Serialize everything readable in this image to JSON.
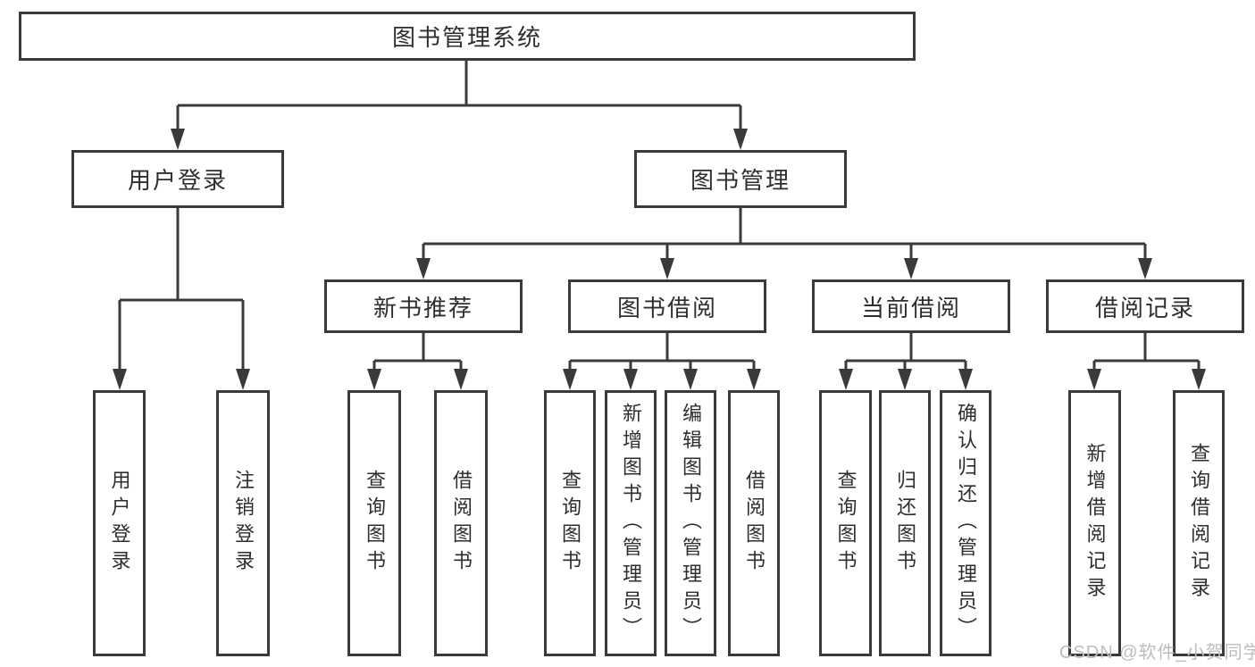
{
  "nodes": {
    "root": "图书管理系统",
    "user_login": "用户登录",
    "book_management": "图书管理",
    "new_book_recommend": "新书推荐",
    "book_borrow": "图书借阅",
    "current_borrow": "当前借阅",
    "borrow_records": "借阅记录",
    "leaf_user_login": "用户登录",
    "leaf_logout": "注销登录",
    "leaf_newbook_query": "查询图书",
    "leaf_newbook_borrow": "借阅图书",
    "leaf_borrow_query": "查询图书",
    "leaf_borrow_add": "新增图书（管理员）",
    "leaf_borrow_edit": "编辑图书（管理员）",
    "leaf_borrow_borrow": "借阅图书",
    "leaf_current_query": "查询图书",
    "leaf_current_return": "归还图书",
    "leaf_current_confirm": "确认归还（管理员）",
    "leaf_records_add": "新增借阅记录",
    "leaf_records_query": "查询借阅记录"
  },
  "watermark": "CSDN @软件_小贺同学",
  "colors": {
    "line": "#3a3a3a",
    "text": "#2e2e2e",
    "watermark": "#c0bbbc",
    "background": "#ffffff"
  }
}
